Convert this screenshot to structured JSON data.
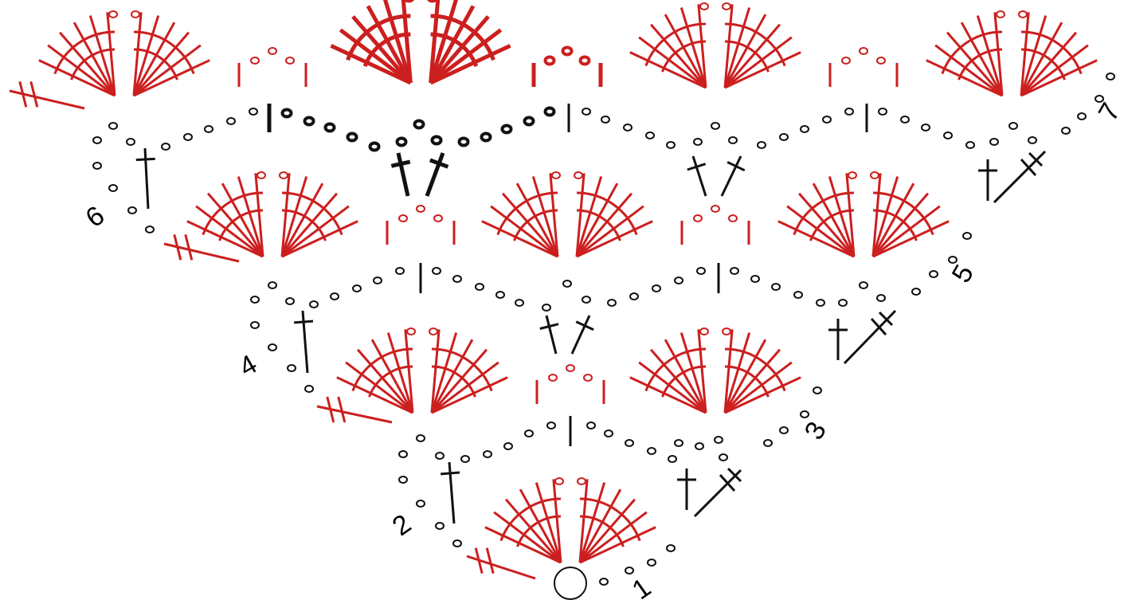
{
  "colors": {
    "red": "#cc1f1f",
    "black": "#111111",
    "background": "#ffffff"
  },
  "symbols": {
    "chain": "chain-stitch-oval",
    "double": "double-crochet-symbol",
    "treble": "treble-crochet-symbol",
    "magic_ring": "magic-ring-symbol",
    "fan": "fan-of-trebles-symbol"
  },
  "row_labels": [
    "1",
    "2",
    "3",
    "4",
    "5",
    "6",
    "7"
  ]
}
